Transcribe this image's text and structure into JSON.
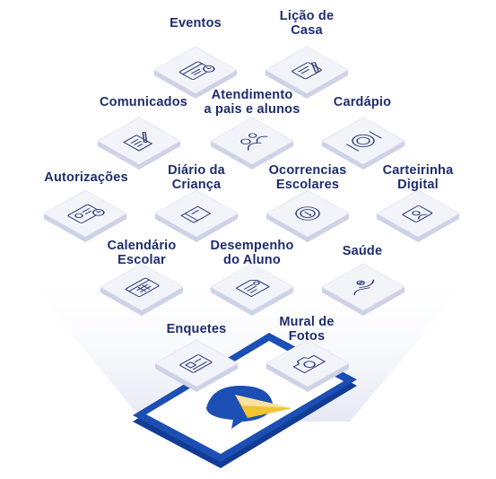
{
  "colors": {
    "label": "#1e2d6e",
    "tile_top": "#f3f4fa",
    "tile_side": "#cdd2e6",
    "icon": "#2c3a7a",
    "phone_body": "#1c4fb4",
    "phone_screen": "#ffffff",
    "logo_blue": "#1c4fb4",
    "logo_yellow": "#f2c230"
  },
  "items": [
    {
      "id": "eventos",
      "label_lines": [
        "Eventos"
      ],
      "icon": "calendar-clock-icon"
    },
    {
      "id": "licao-de-casa",
      "label_lines": [
        "Lição de",
        "Casa"
      ],
      "icon": "document-pencil-icon"
    },
    {
      "id": "comunicados",
      "label_lines": [
        "Comunicados"
      ],
      "icon": "document-pen-icon"
    },
    {
      "id": "atendimento",
      "label_lines": [
        "Atendimento",
        "a pais e alunos"
      ],
      "icon": "people-icon"
    },
    {
      "id": "cardapio",
      "label_lines": [
        "Cardápio"
      ],
      "icon": "plate-cutlery-icon"
    },
    {
      "id": "autorizacoes",
      "label_lines": [
        "Autorizações"
      ],
      "icon": "id-card-clock-icon"
    },
    {
      "id": "diario",
      "label_lines": [
        "Diário da",
        "Criança"
      ],
      "icon": "book-icon"
    },
    {
      "id": "ocorrencias",
      "label_lines": [
        "Ocorrencias",
        "Escolares"
      ],
      "icon": "alert-circle-icon"
    },
    {
      "id": "carteirinha",
      "label_lines": [
        "Carteirinha",
        "Digital"
      ],
      "icon": "id-card-icon"
    },
    {
      "id": "calendario",
      "label_lines": [
        "Calendário",
        "Escolar"
      ],
      "icon": "calendar-icon"
    },
    {
      "id": "desempenho",
      "label_lines": [
        "Desempenho",
        "do Aluno"
      ],
      "icon": "report-icon"
    },
    {
      "id": "saude",
      "label_lines": [
        "Saúde"
      ],
      "icon": "hands-heart-icon"
    },
    {
      "id": "enquetes",
      "label_lines": [
        "Enquetes"
      ],
      "icon": "poll-icon"
    },
    {
      "id": "mural",
      "label_lines": [
        "Mural de",
        "Fotos"
      ],
      "icon": "camera-icon"
    }
  ]
}
